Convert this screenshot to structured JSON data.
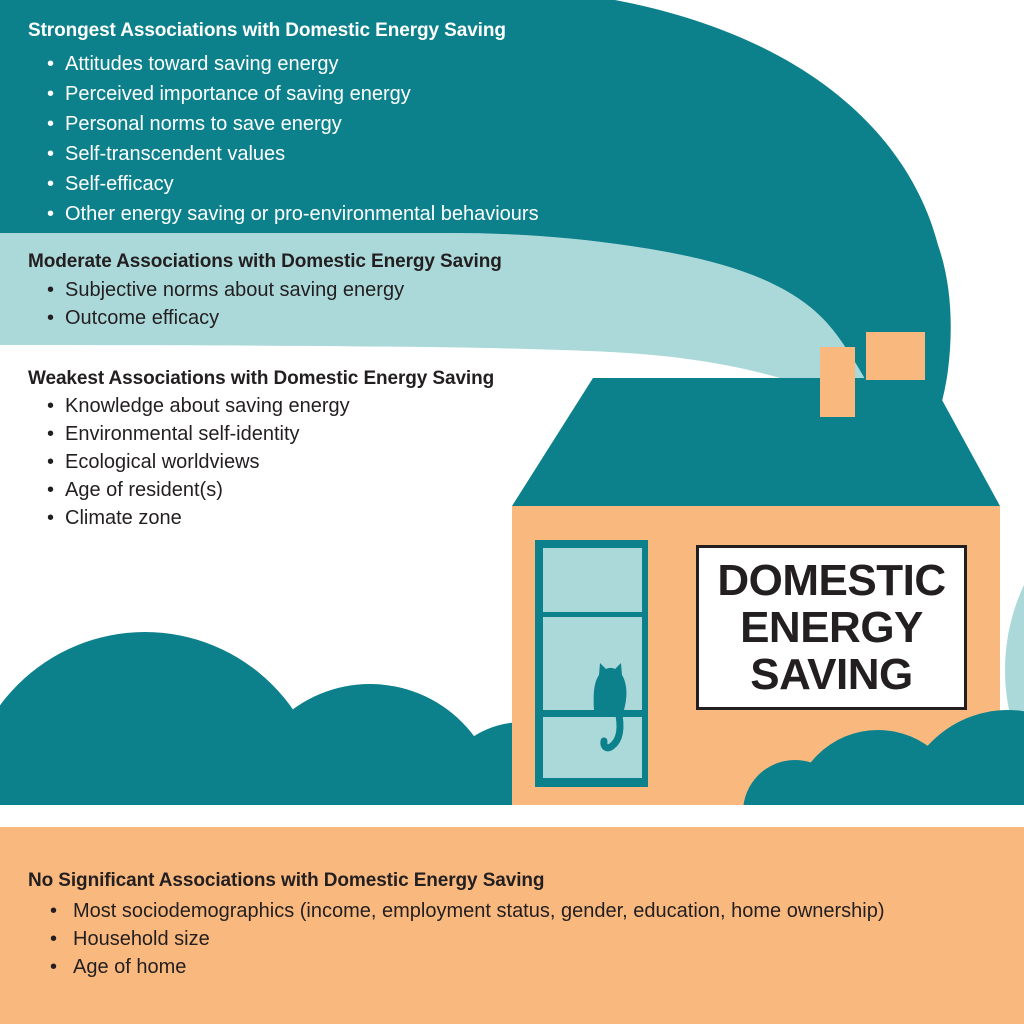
{
  "colors": {
    "teal": "#0d818b",
    "mint": "#abd9da",
    "peach": "#f9b87e",
    "ink": "#231f20"
  },
  "sections": [
    {
      "id": "strongest",
      "heading": "Strongest Associations with Domestic Energy Saving",
      "items": [
        "Attitudes toward saving energy",
        "Perceived importance of saving energy",
        "Personal norms to save energy",
        "Self-transcendent values",
        "Self-efficacy",
        "Other energy saving or pro-environmental behaviours"
      ]
    },
    {
      "id": "moderate",
      "heading": "Moderate Associations with Domestic Energy Saving",
      "items": [
        "Subjective norms about saving energy",
        "Outcome efficacy"
      ]
    },
    {
      "id": "weakest",
      "heading": "Weakest Associations with Domestic Energy Saving",
      "items": [
        "Knowledge about saving energy",
        "Environmental self-identity",
        "Ecological worldviews",
        "Age of resident(s)",
        "Climate zone"
      ]
    },
    {
      "id": "no-significant",
      "heading": "No Significant Associations with Domestic Energy Saving",
      "items": [
        "Most sociodemographics (income, employment status, gender, education, home ownership)",
        "Household size",
        "Age of home"
      ]
    }
  ],
  "house": {
    "sign_lines": [
      "DOMESTIC",
      "ENERGY",
      "SAVING"
    ]
  }
}
